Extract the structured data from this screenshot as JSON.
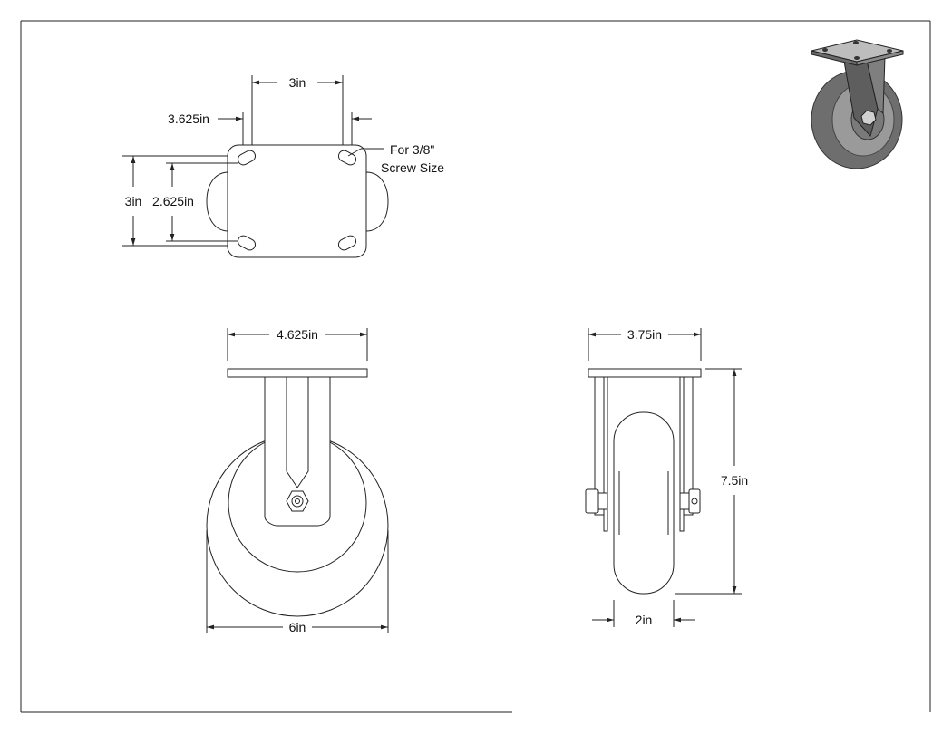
{
  "dimensions": {
    "hole_spacing_width": "3in",
    "plate_width": "3.625in",
    "screw_note_line1": "For 3/8\"",
    "screw_note_line2": "Screw Size",
    "plate_height": "3in",
    "hole_spacing_height": "2.625in",
    "top_plate_width_front": "4.625in",
    "wheel_diameter": "6in",
    "top_plate_width_side": "3.75in",
    "overall_height": "7.5in",
    "wheel_width": "2in"
  },
  "colors": {
    "line": "#222222",
    "iso_dark": "#5a5a5a",
    "iso_mid": "#8c8c8c",
    "iso_light": "#bdbdbd"
  }
}
